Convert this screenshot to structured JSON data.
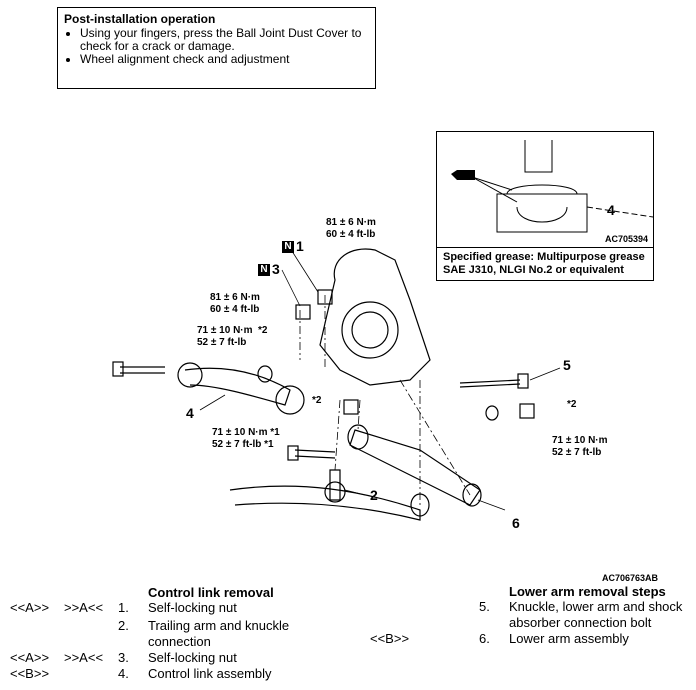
{
  "post_install": {
    "title": "Post-installation operation",
    "items": [
      "Using your fingers, press the Ball Joint Dust Cover to check for a crack or damage.",
      "Wheel alignment check and adjustment"
    ]
  },
  "inset": {
    "part_number": "4",
    "figure_code": "AC705394",
    "grease_caption": "Specified grease: Multipurpose grease SAE J310, NLGI No.2 or equivalent"
  },
  "diagram": {
    "torque_a_line1": "81 ± 6 N·m",
    "torque_a_line2": "60 ± 4 ft-lb",
    "torque_b_line1": "81 ± 6 N·m",
    "torque_b_line2": "60 ± 4 ft-lb",
    "torque_c_line1": "71 ± 10 N·m",
    "torque_c_line2": "52 ± 7 ft-lb",
    "torque_d_line1": "71 ± 10 N·m *1",
    "torque_d_line2": "52 ± 7 ft-lb *1",
    "torque_e_line1": "71 ± 10 N·m",
    "torque_e_line2": "52 ± 7 ft-lb",
    "note_star2_a": "*2",
    "note_star2_b": "*2",
    "note_star2_c": "*2",
    "badge_n": "N",
    "callout_1": "1",
    "callout_2": "2",
    "callout_3": "3",
    "callout_4": "4",
    "callout_5": "5",
    "callout_6": "6",
    "figure_code": "AC706763AB"
  },
  "control_link": {
    "heading": "Control link removal",
    "rows": [
      {
        "rem": "<<A>>",
        "inst": ">>A<<",
        "num": "1.",
        "text": "Self-locking nut"
      },
      {
        "rem": "",
        "inst": "",
        "num": "2.",
        "text": "Trailing arm and knuckle"
      },
      {
        "rem": "",
        "inst": "",
        "num": "",
        "text": "connection"
      },
      {
        "rem": "<<A>>",
        "inst": ">>A<<",
        "num": "3.",
        "text": "Self-locking nut"
      },
      {
        "rem": "<<B>>",
        "inst": "",
        "num": "4.",
        "text": "Control link assembly"
      }
    ]
  },
  "lower_arm": {
    "heading": "Lower arm removal steps",
    "rows": [
      {
        "rem": "",
        "num": "5.",
        "text": "Knuckle, lower arm and shock"
      },
      {
        "rem": "",
        "num": "",
        "text": "absorber connection bolt"
      },
      {
        "rem": "<<B>>",
        "num": "6.",
        "text": "Lower arm assembly"
      }
    ]
  }
}
